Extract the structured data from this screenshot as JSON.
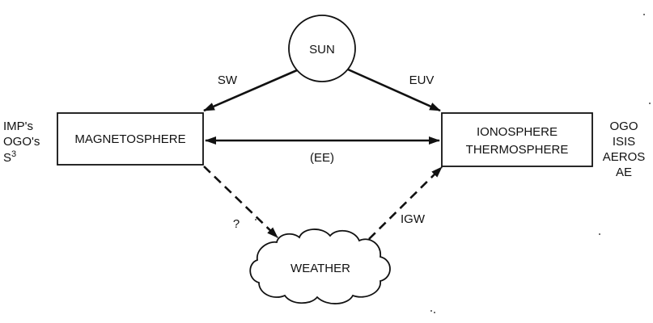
{
  "nodes": {
    "sun": "SUN",
    "magnetosphere": "MAGNETOSPHERE",
    "ionosphere_line1": "IONOSPHERE",
    "ionosphere_line2": "THERMOSPHERE",
    "weather": "WEATHER"
  },
  "links": {
    "sw": "SW",
    "euv": "EUV",
    "ee": "(EE)",
    "unknown": "?",
    "igw": "IGW"
  },
  "missions_left": [
    "IMP's",
    "OGO's",
    "S3"
  ],
  "missions_right": [
    "OGO",
    "ISIS",
    "AEROS",
    "AE"
  ]
}
